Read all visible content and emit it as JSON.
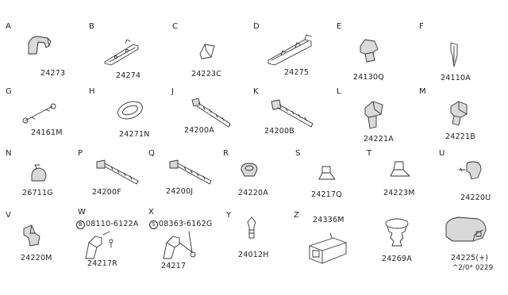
{
  "sections": [
    {
      "letter": "A",
      "part": "24273"
    },
    {
      "letter": "B",
      "part": "24274"
    },
    {
      "letter": "C",
      "part": "24223C"
    },
    {
      "letter": "D",
      "part": "24275"
    },
    {
      "letter": "E",
      "part": "24130Q"
    },
    {
      "letter": "F",
      "part": "24110A"
    },
    {
      "letter": "G",
      "part": "24161M"
    },
    {
      "letter": "H",
      "part": "24271N"
    },
    {
      "letter": "J",
      "part": "24200A"
    },
    {
      "letter": "K",
      "part": "24200B"
    },
    {
      "letter": "L",
      "part": "24221A"
    },
    {
      "letter": "M",
      "part": "24221B"
    },
    {
      "letter": "N",
      "part": "26711G"
    },
    {
      "letter": "P",
      "part": "24200F"
    },
    {
      "letter": "Q",
      "part": "24200J"
    },
    {
      "letter": "R",
      "part": "24220A"
    },
    {
      "letter": "S",
      "part": "24217Q"
    },
    {
      "letter": "T",
      "part": "24223M"
    },
    {
      "letter": "U",
      "part": "24220U"
    },
    {
      "letter": "V",
      "part": "24220M"
    },
    {
      "letter": "W",
      "part": "24217R",
      "extra": "08110-6122A",
      "extra_symbol": "B"
    },
    {
      "letter": "X",
      "part": "24217",
      "extra": "08363-6162G",
      "extra_symbol": "S"
    },
    {
      "letter": "Y",
      "part": "24012H"
    },
    {
      "letter": "Z",
      "part": "24336M",
      "part2": "24269A",
      "part3": "24225(+)"
    }
  ],
  "footer_code": "^2/0* 0229"
}
